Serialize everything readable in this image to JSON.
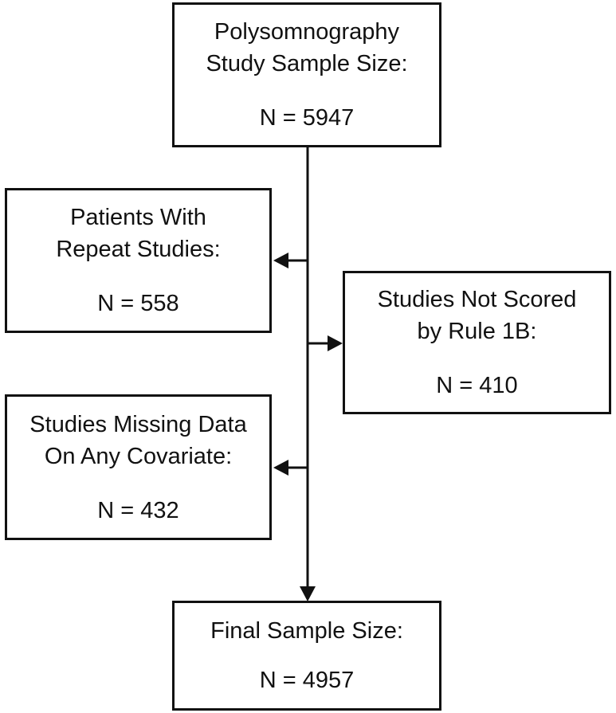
{
  "boxes": {
    "top": {
      "line1": "Polysomnography",
      "line2": "Study Sample Size:",
      "count": "N = 5947"
    },
    "repeat": {
      "line1": "Patients With",
      "line2": "Repeat Studies:",
      "count": "N = 558"
    },
    "rule": {
      "line1": "Studies Not Scored",
      "line2": "by Rule 1B:",
      "count": "N = 410"
    },
    "missing": {
      "line1": "Studies Missing Data",
      "line2": "On Any Covariate:",
      "count": "N = 432"
    },
    "final": {
      "line1": "Final Sample Size:",
      "count": "N = 4957"
    }
  },
  "colors": {
    "stroke": "#111111",
    "background": "#ffffff"
  }
}
